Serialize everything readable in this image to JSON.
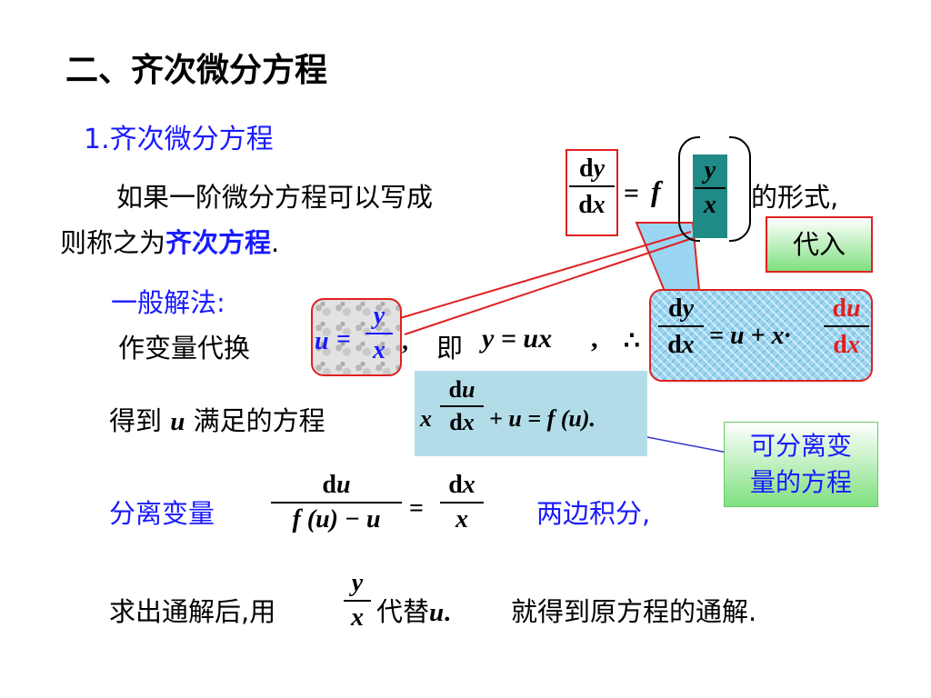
{
  "title": "二、齐次微分方程",
  "subtitle": "1.齐次微分方程",
  "intro": {
    "line1": "如果一阶微分方程可以写成",
    "formal_tail": "的形式,",
    "line2_prefix": "则称之为",
    "term": "齐次方程",
    "period": "."
  },
  "eq1": {
    "num_d": "d",
    "num_v": "y",
    "den_d": "d",
    "den_v": "x",
    "eq": "=",
    "f": "f",
    "inner_num": "y",
    "inner_den": "x"
  },
  "substitute_box": {
    "label": "代入"
  },
  "method": {
    "heading": "一般解法:",
    "change_var": "作变量代换",
    "sub_u": "u",
    "sub_eq": "=",
    "sub_num": "y",
    "sub_den": "x",
    "comma": ",",
    "ji": "即",
    "yux": "y = ux",
    "comma2": ",",
    "therefore": "∴"
  },
  "deriv": {
    "dy_num": "dy",
    "dx_den": "dx",
    "rhs": "= u + x·",
    "du_num": "du",
    "dx2_den": "dx"
  },
  "get_u": {
    "prefix": "得到",
    "u": "u",
    "suffix": "满足的方程"
  },
  "u_eq": {
    "x": "x",
    "du": "du",
    "dx": "dx",
    "rest": "+ u = f (u)."
  },
  "separable_box": {
    "line1": "可分离变",
    "line2": "量的方程"
  },
  "separate": {
    "label": "分离变量",
    "num": "du",
    "den": "f (u) − u",
    "eq": "=",
    "num2": "dx",
    "den2": "x",
    "integrate": "两边积分,"
  },
  "conclusion": {
    "prefix": "求出通解后,用",
    "frac_num": "y",
    "frac_den": "x",
    "mid": "代替",
    "u": "u",
    "dot": ".",
    "suffix": "就得到原方程的通解."
  }
}
